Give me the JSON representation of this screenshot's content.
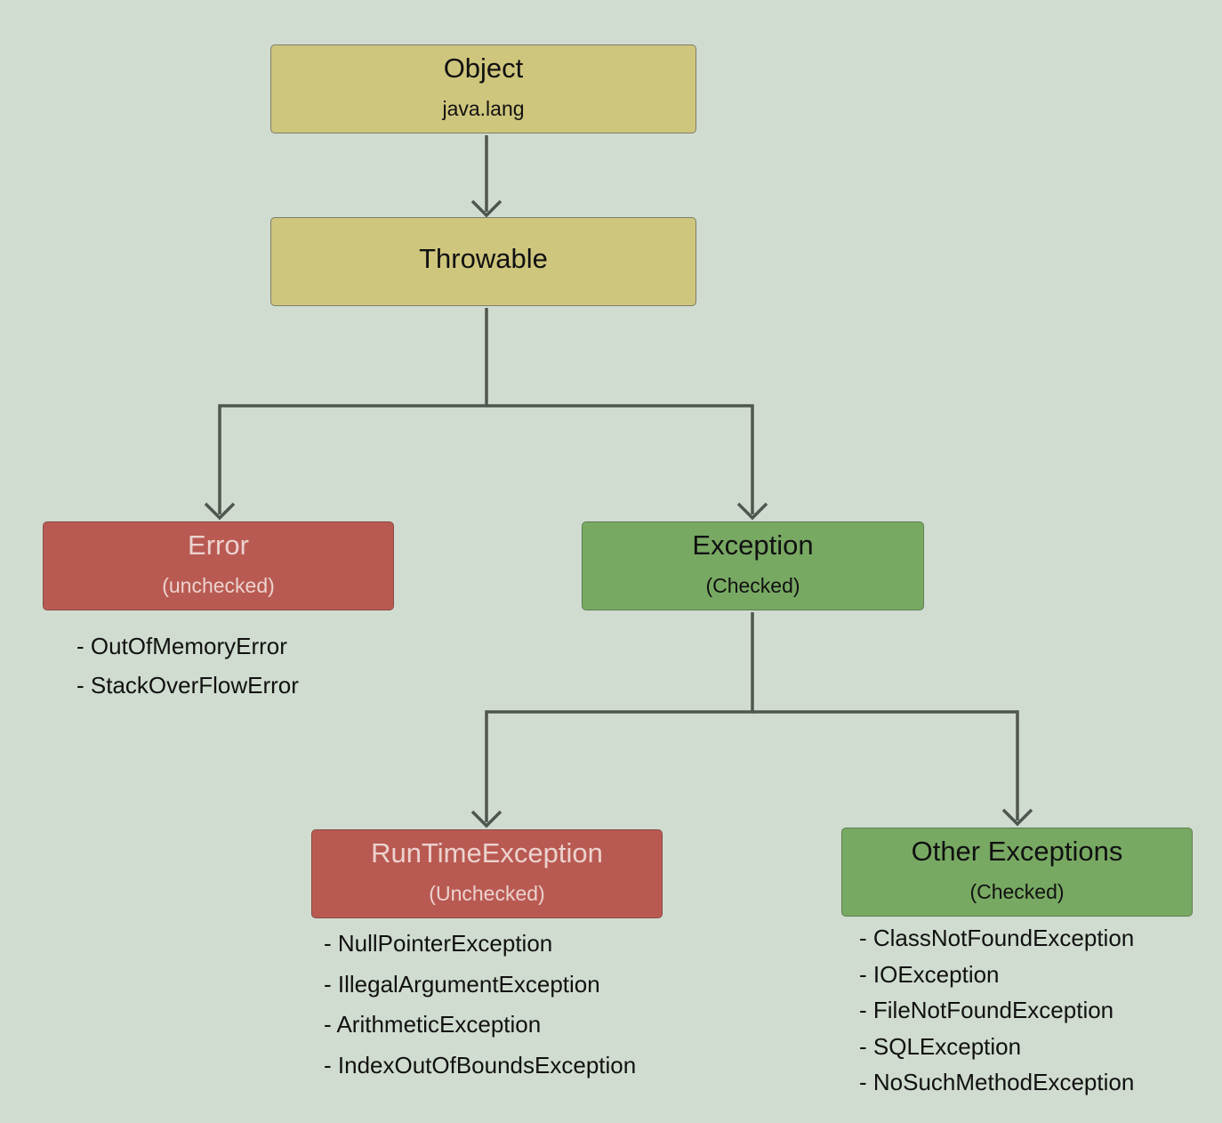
{
  "diagram": {
    "nodes": {
      "object": {
        "title": "Object",
        "subtitle": "java.lang"
      },
      "throwable": {
        "title": "Throwable"
      },
      "error": {
        "title": "Error",
        "subtitle": "(unchecked)"
      },
      "exception": {
        "title": "Exception",
        "subtitle": "(Checked)"
      },
      "runtime": {
        "title": "RunTimeException",
        "subtitle": "(Unchecked)"
      },
      "other": {
        "title": "Other Exceptions",
        "subtitle": "(Checked)"
      }
    },
    "lists": {
      "error": [
        "- OutOfMemoryError",
        "- StackOverFlowError"
      ],
      "runtime": [
        "- NullPointerException",
        "- IllegalArgumentException",
        "- ArithmeticException",
        "- IndexOutOfBoundsException"
      ],
      "other": [
        "- ClassNotFoundException",
        "- IOException",
        "- FileNotFoundException",
        "- SQLException",
        "- NoSuchMethodException"
      ]
    },
    "edges": [
      {
        "from": "object",
        "to": "throwable"
      },
      {
        "from": "throwable",
        "to": "error"
      },
      {
        "from": "throwable",
        "to": "exception"
      },
      {
        "from": "exception",
        "to": "runtime"
      },
      {
        "from": "exception",
        "to": "other"
      }
    ],
    "colors": {
      "background": "#d0dccf",
      "root_nodes": "#cfc67d",
      "unchecked": "#b95a52",
      "checked": "#78a963",
      "connector": "#4f564f"
    }
  }
}
